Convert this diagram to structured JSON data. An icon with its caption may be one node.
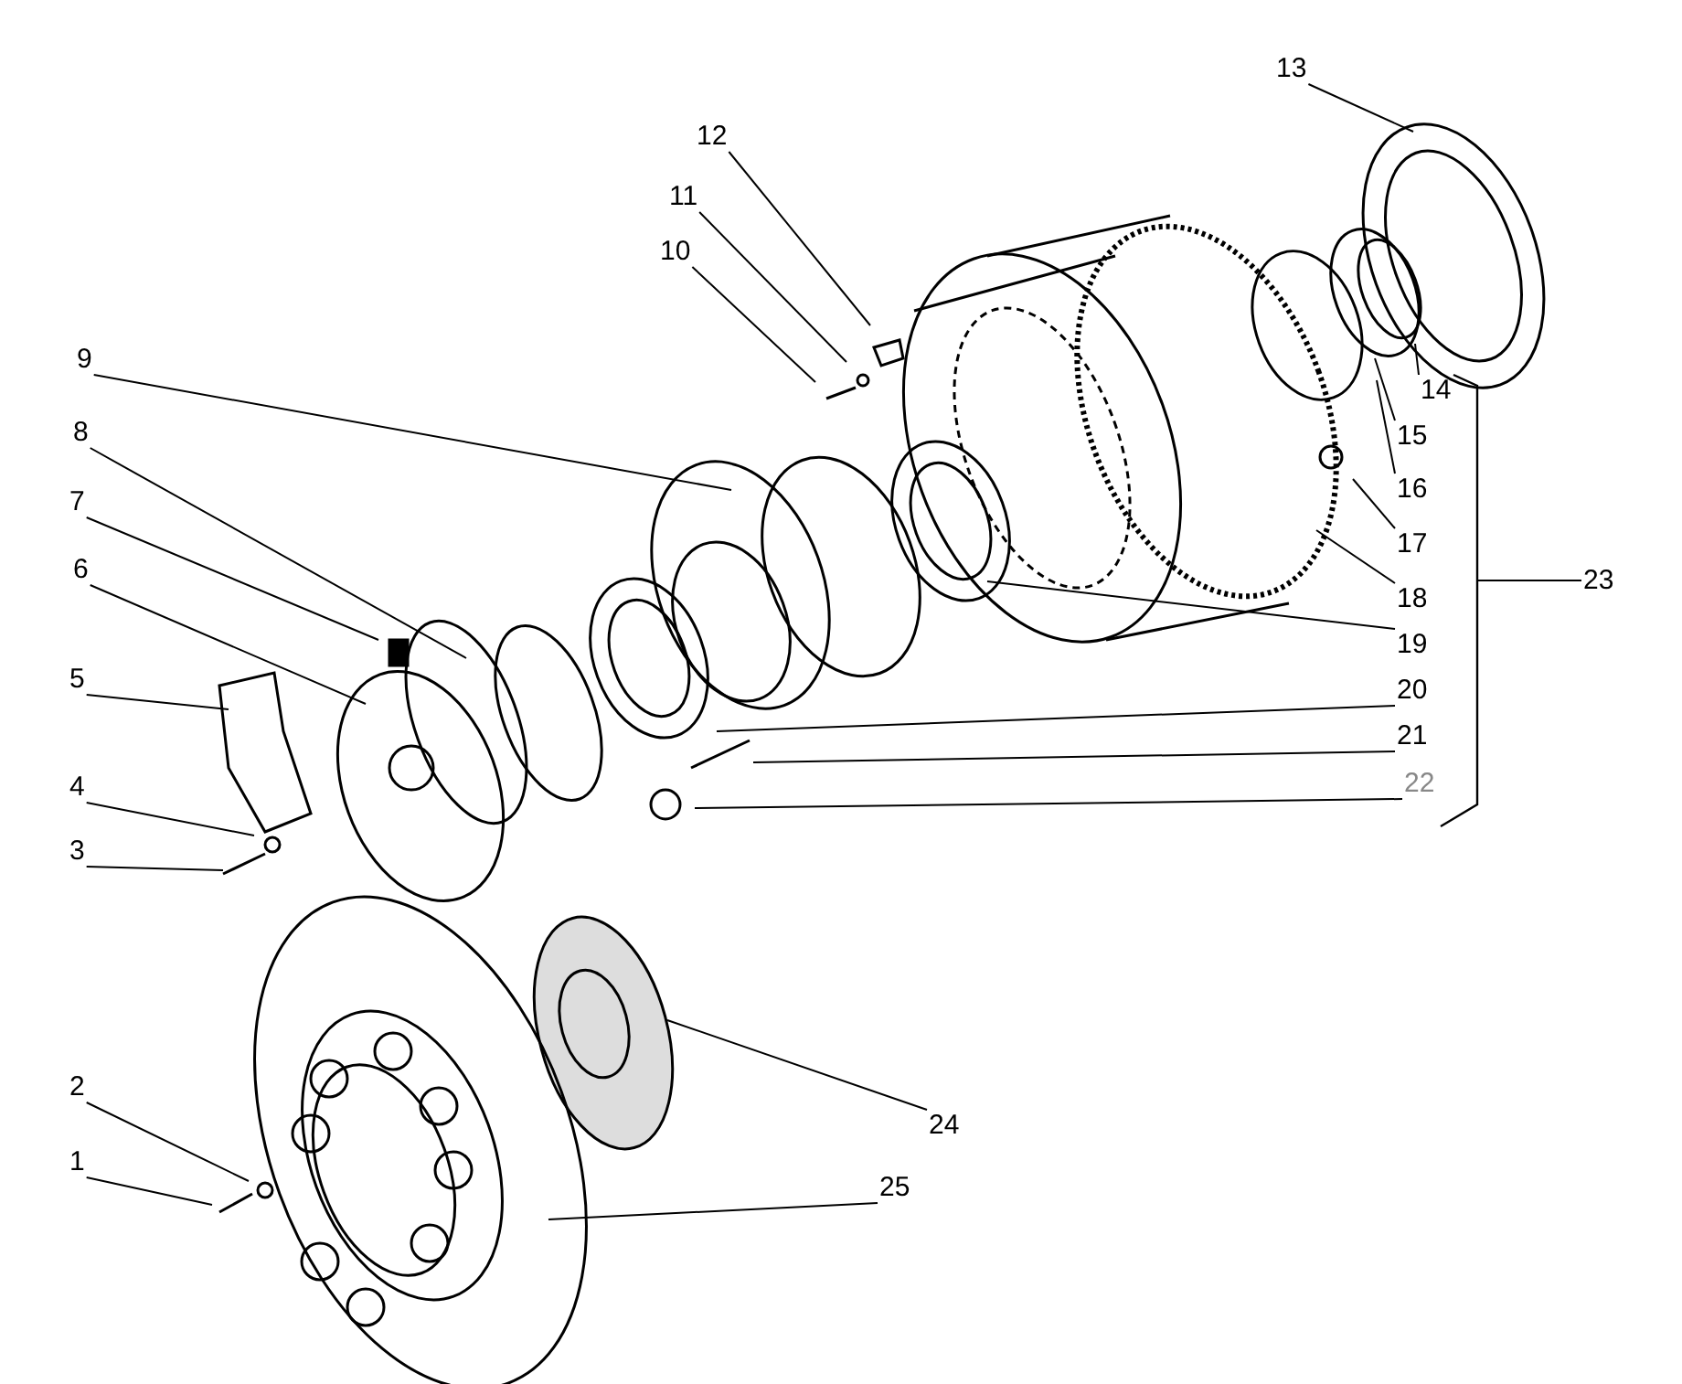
{
  "diagram": {
    "nodes": [
      {
        "text": [
          "1"
        ]
      },
      {
        "text": [
          "2"
        ]
      },
      {
        "text": [
          "3"
        ]
      },
      {
        "text": [
          "4"
        ]
      },
      {
        "text": [
          "5"
        ]
      },
      {
        "text": [
          "6"
        ]
      },
      {
        "text": [
          "7"
        ]
      },
      {
        "text": [
          "8"
        ]
      },
      {
        "text": [
          "9"
        ]
      },
      {
        "text": [
          "10"
        ]
      },
      {
        "text": [
          "11"
        ]
      },
      {
        "text": [
          "12"
        ]
      },
      {
        "text": [
          "13"
        ]
      },
      {
        "text": [
          "14"
        ]
      },
      {
        "text": [
          "15"
        ]
      },
      {
        "text": [
          "16"
        ]
      },
      {
        "text": [
          "17"
        ]
      },
      {
        "text": [
          "18"
        ]
      },
      {
        "text": [
          "19"
        ]
      },
      {
        "text": [
          "20"
        ]
      },
      {
        "text": [
          "21"
        ]
      },
      {
        "text": [
          "22"
        ]
      },
      {
        "text": [
          "23"
        ]
      },
      {
        "text": [
          "24"
        ]
      },
      {
        "text": [
          "25"
        ]
      },
      {
        "text": [],
        "shape": "bracket"
      }
    ],
    "edges": [
      {
        "from": 0,
        "to": null,
        "arrow": "none"
      },
      {
        "from": 1,
        "to": null,
        "arrow": "none"
      },
      {
        "from": 2,
        "to": null,
        "arrow": "none"
      },
      {
        "from": 3,
        "to": null,
        "arrow": "none"
      },
      {
        "from": 4,
        "to": null,
        "arrow": "none"
      },
      {
        "from": 5,
        "to": null,
        "arrow": "none"
      },
      {
        "from": 6,
        "to": null,
        "arrow": "none"
      },
      {
        "from": 7,
        "to": null,
        "arrow": "none"
      },
      {
        "from": 8,
        "to": null,
        "arrow": "none"
      },
      {
        "from": 9,
        "to": null,
        "arrow": "none"
      },
      {
        "from": 10,
        "to": null,
        "arrow": "none"
      },
      {
        "from": 11,
        "to": null,
        "arrow": "none"
      },
      {
        "from": 12,
        "to": null,
        "arrow": "none"
      },
      {
        "from": 13,
        "to": null,
        "arrow": "none"
      },
      {
        "from": 14,
        "to": null,
        "arrow": "none"
      },
      {
        "from": 15,
        "to": null,
        "arrow": "none"
      },
      {
        "from": 16,
        "to": null,
        "arrow": "none"
      },
      {
        "from": 17,
        "to": null,
        "arrow": "none"
      },
      {
        "from": 18,
        "to": null,
        "arrow": "none"
      },
      {
        "from": 19,
        "to": null,
        "arrow": "none"
      },
      {
        "from": 20,
        "to": null,
        "arrow": "none"
      },
      {
        "from": 21,
        "to": null,
        "arrow": "none"
      },
      {
        "from": 22,
        "to": 25,
        "arrow": "none"
      },
      {
        "from": 23,
        "to": null,
        "arrow": "none"
      },
      {
        "from": 24,
        "to": null,
        "arrow": "none"
      }
    ]
  }
}
